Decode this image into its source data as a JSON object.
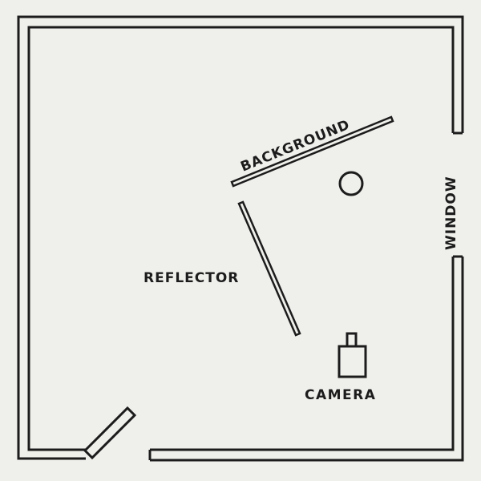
{
  "labels": {
    "background": "BACKGROUND",
    "window": "WINDOW",
    "reflector": "REFLECTOR",
    "camera": "CAMERA"
  },
  "colors": {
    "paper": "#efefeb",
    "ink": "#1c1c1c"
  }
}
